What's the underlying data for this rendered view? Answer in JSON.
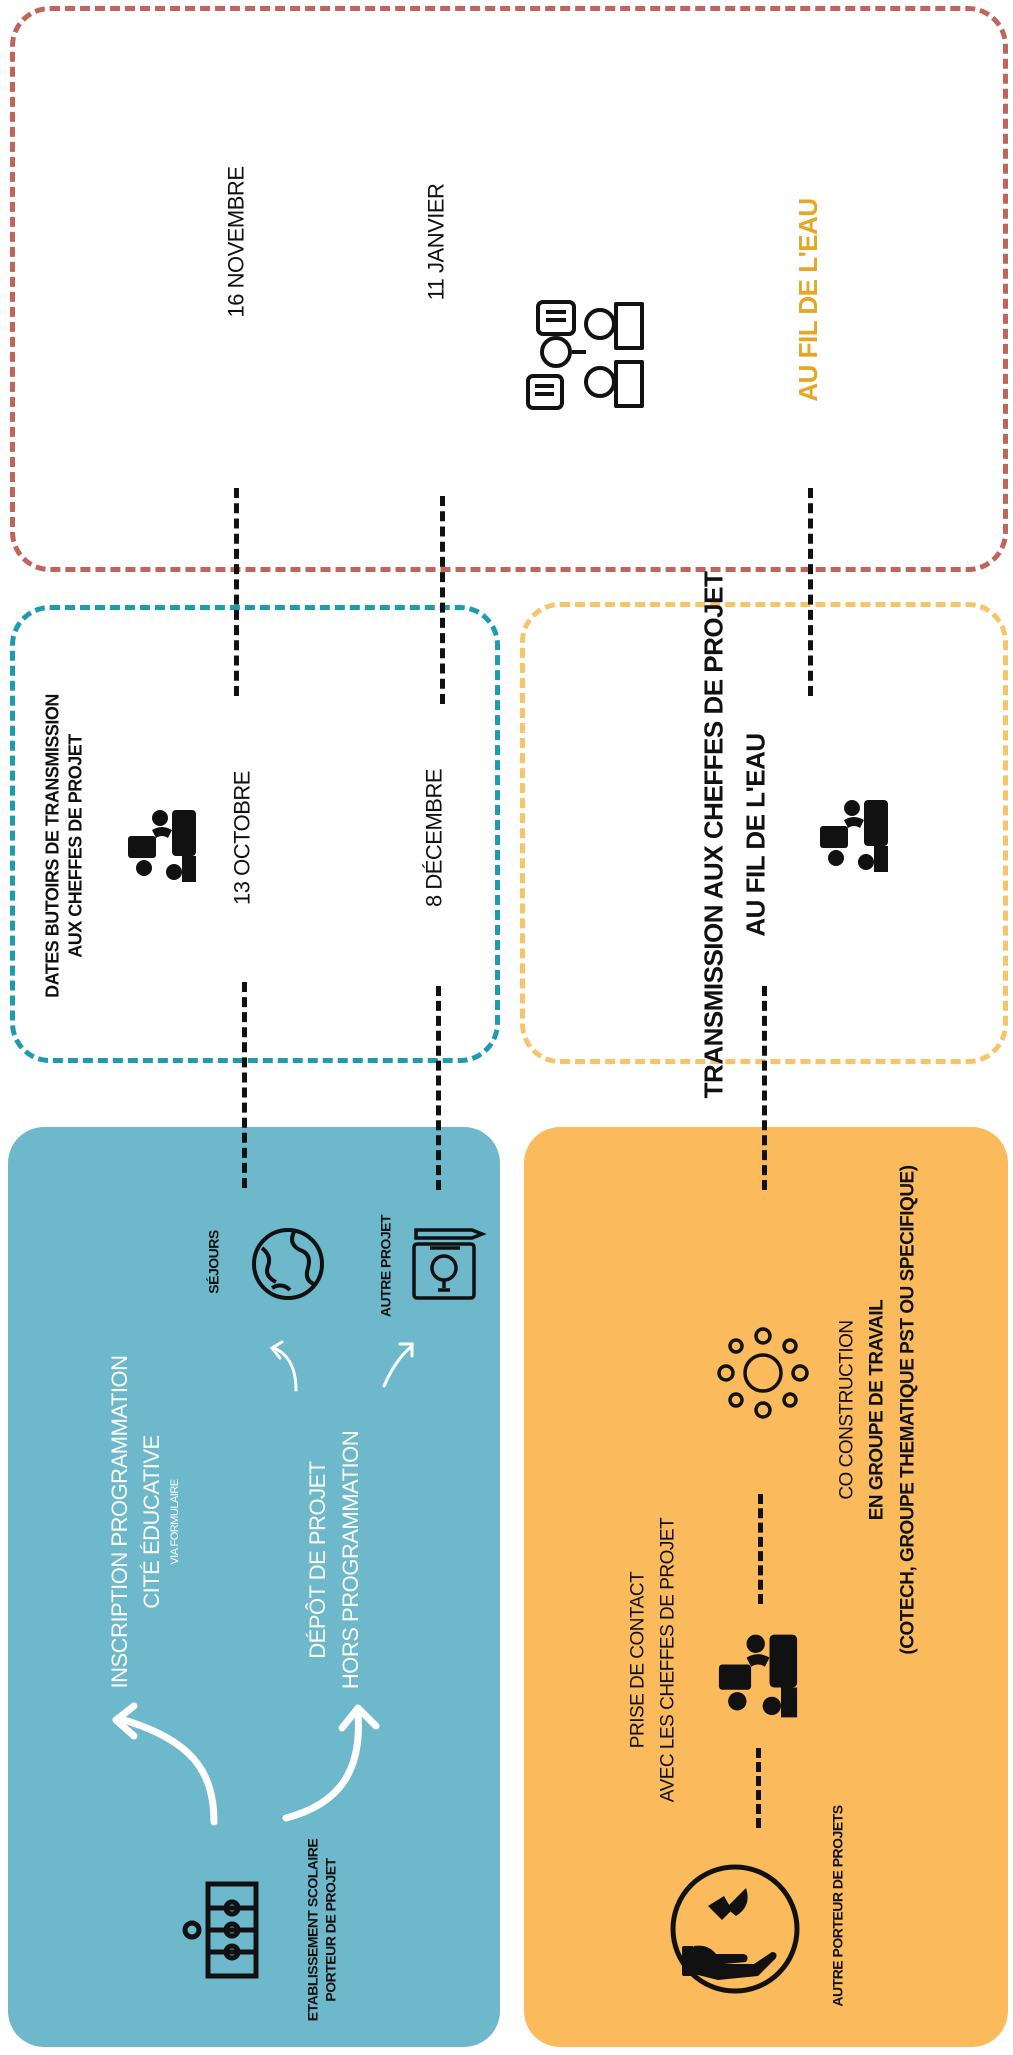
{
  "top_panel": {
    "date_1": "16 NOVEMBRE",
    "date_2": "11 JANVIER",
    "title": "AU FIL DE L'EAU",
    "colors": {
      "border": "#c0645c",
      "title": "#e5a724"
    }
  },
  "teal_panel": {
    "heading_line1": "DATES BUTOIRS DE TRANSMISSION",
    "heading_line2": "AUX CHEFFES DE PROJET",
    "date_1": "13 OCTOBRE",
    "date_2": "8 DÉCEMBRE",
    "colors": {
      "border": "#1e9bb0"
    }
  },
  "yellow_panel": {
    "line1": "TRANSMISSION AUX CHEFFES DE PROJET",
    "line2": "AU FIL DE L'EAU",
    "colors": {
      "border": "#f7c46a"
    }
  },
  "blue_panel": {
    "school_line1": "ETABLISSEMENT SCOLAIRE",
    "school_line2": "PORTEUR DE PROJET",
    "inscription_line1": "INSCRIPTION PROGRAMMATION",
    "inscription_line2": "CITÉ ÉDUCATIVE",
    "inscription_line3": "VIA FORMULAIRE",
    "depot_line1": "DÉPÔT DE PROJET",
    "depot_line2": "HORS PROGRAMMATION",
    "sejours": "SÉJOURS",
    "autre_projet": "AUTRE PROJET",
    "colors": {
      "background": "#6db8cb"
    }
  },
  "orange_panel": {
    "porteur": "AUTRE PORTEUR DE PROJETS",
    "contact_line1": "PRISE DE CONTACT",
    "contact_line2": "AVEC LES CHEFFES DE PROJET",
    "co_line1": "CO CONSTRUCTION",
    "co_line2": "EN GROUPE DE TRAVAIL",
    "co_line3": "(COTECH, GROUPE THEMATIQUE PST OU SPECIFIQUE)",
    "colors": {
      "background": "#fbbb5c"
    }
  },
  "icons": [
    "meeting-chat-icon",
    "handshake-people-icon",
    "globe-icon",
    "idea-document-icon",
    "org-chart-icon",
    "rocket-hand-icon",
    "team-circle-icon"
  ]
}
